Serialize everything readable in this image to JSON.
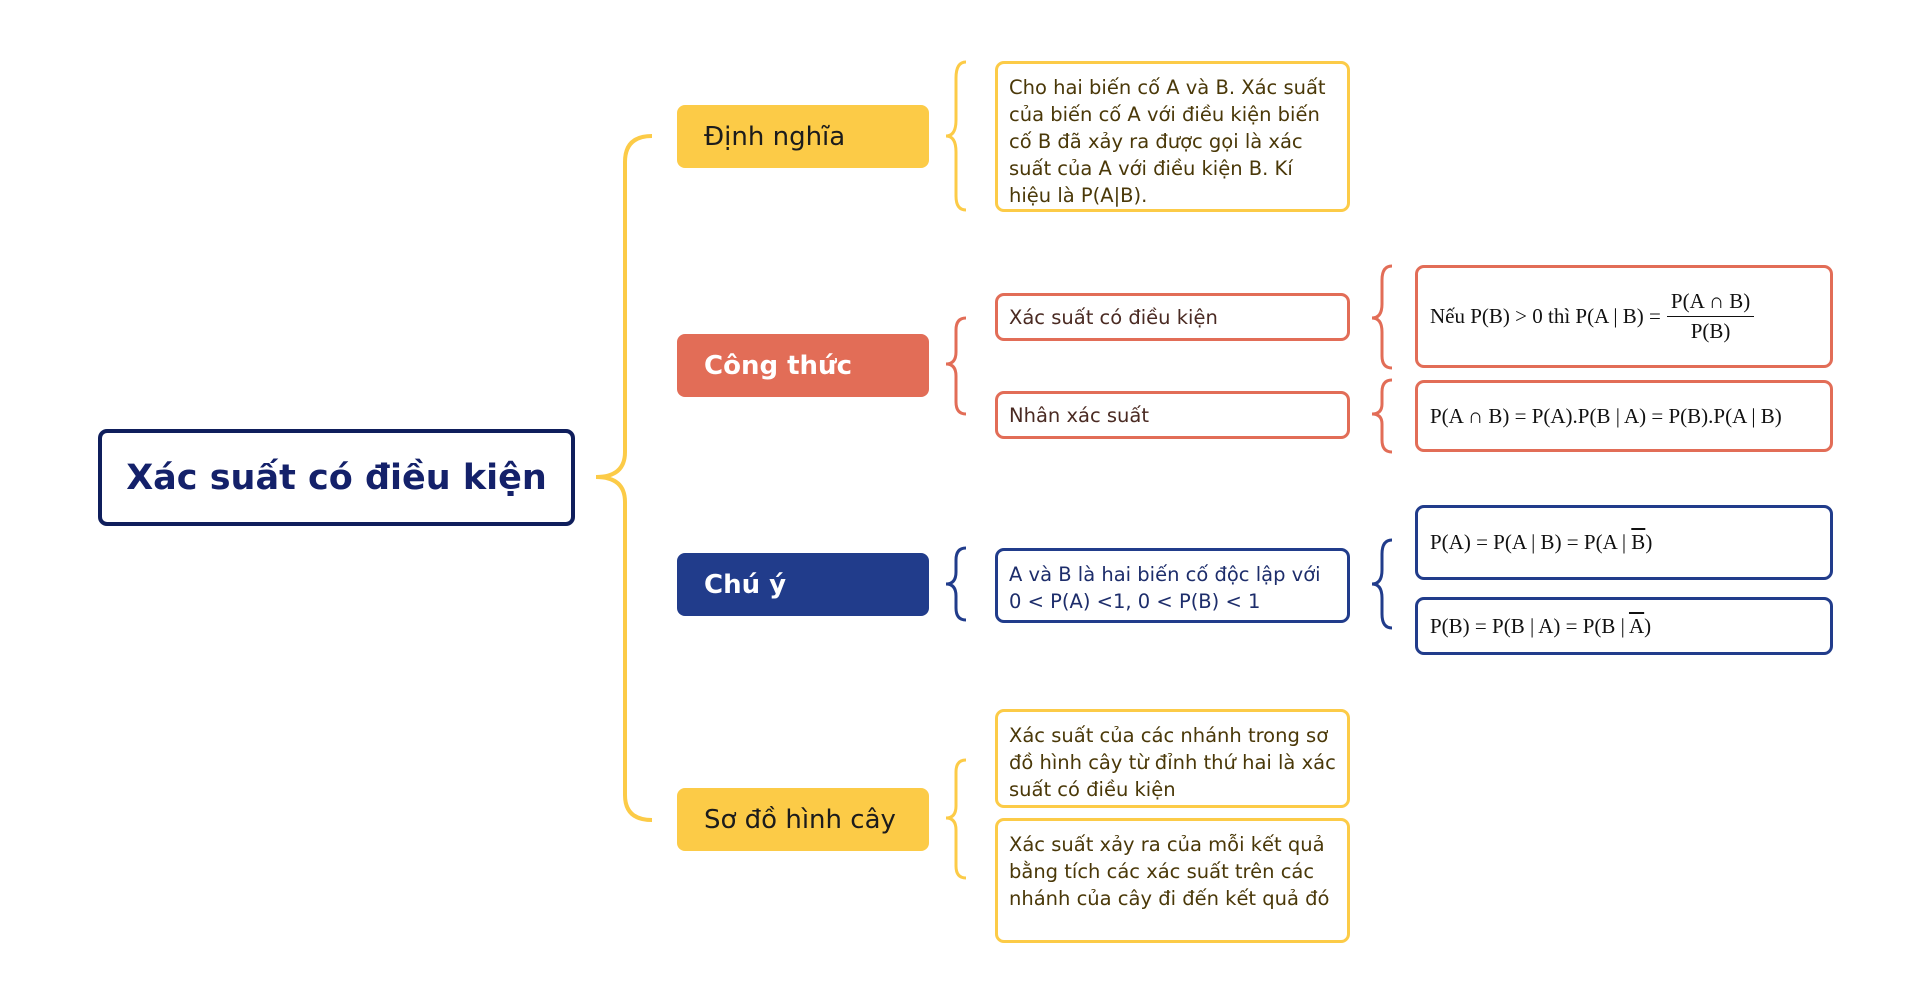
{
  "root": {
    "title": "Xác suất có điều kiện"
  },
  "categories": {
    "definition": "Định nghĩa",
    "formula": "Công thức",
    "note": "Chú ý",
    "tree": "Sơ đồ hình cây"
  },
  "definition": {
    "text": "Cho hai biến cố A và B. Xác suất của biến cố A với điều kiện biến cố B đã xảy ra được gọi là xác suất của A với điều kiện B. Kí hiệu là P(A|B)."
  },
  "formula": {
    "conditional_label": "Xác suất có điều kiện",
    "conditional_prefix": "Nếu P(B) > 0 thì P(A | B) =",
    "conditional_numerator": "P(A ∩ B)",
    "conditional_denominator": "P(B)",
    "multiplication_label": "Nhân xác suất",
    "multiplication_formula": "P(A ∩ B) = P(A).P(B | A) = P(B).P(A | B)"
  },
  "note": {
    "text": "A và B là hai biến cố độc lập với 0 < P(A) <1, 0 < P(B) < 1",
    "formula1_left": "P(A) = P(A | B) = P(A | ",
    "formula1_bar": "B",
    "formula1_right": ")",
    "formula2_left": "P(B) = P(B | A) = P(B | ",
    "formula2_bar": "A",
    "formula2_right": ")"
  },
  "tree": {
    "text1": "Xác suất của các nhánh trong sơ đồ hình cây từ đỉnh thứ hai là xác suất có điều kiện",
    "text2": "Xác suất xảy ra của mỗi kết quả bằng tích các xác suất trên các nhánh của cây đi đến kết quả đó"
  },
  "colors": {
    "yellow": "#fccb47",
    "red": "#e26d57",
    "navy": "#213c8b",
    "root_border": "#0f1e5c"
  }
}
